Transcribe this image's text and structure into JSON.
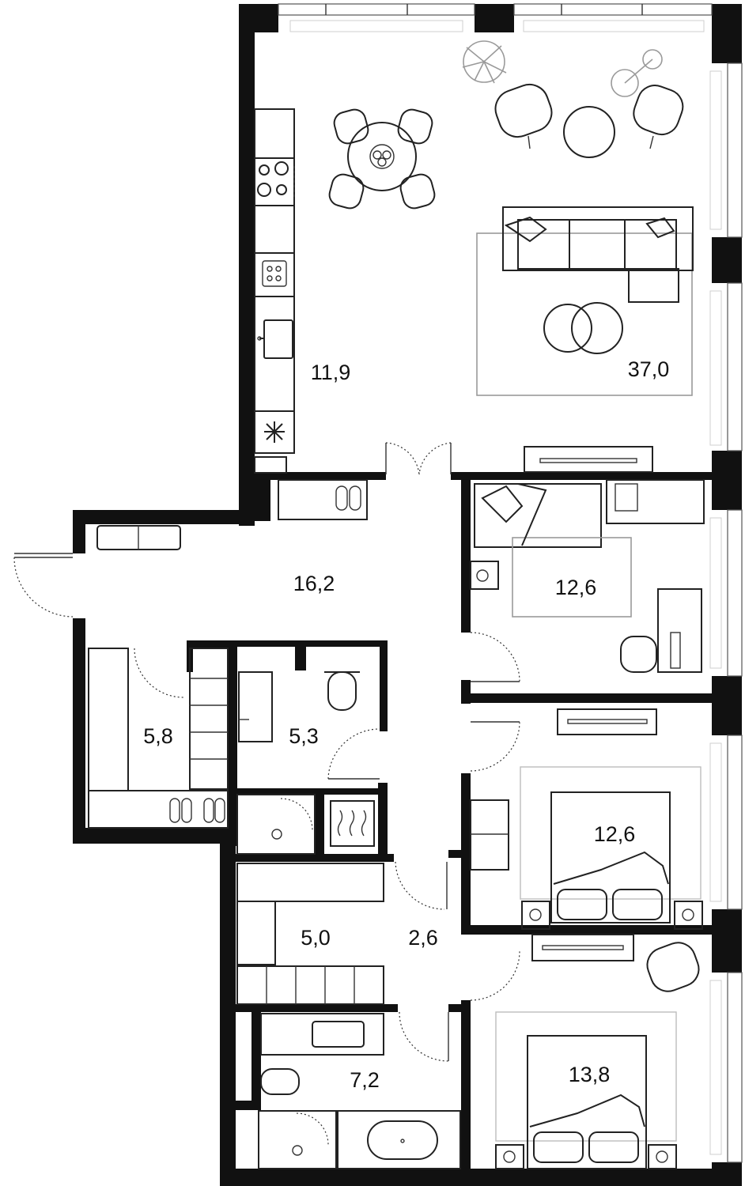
{
  "rooms": [
    {
      "name": "kitchen",
      "area": "11,9"
    },
    {
      "name": "living-room",
      "area": "37,0"
    },
    {
      "name": "hallway",
      "area": "16,2"
    },
    {
      "name": "bedroom-top",
      "area": "12,6"
    },
    {
      "name": "dressing-room",
      "area": "5,8"
    },
    {
      "name": "bathroom-small",
      "area": "5,3"
    },
    {
      "name": "bedroom-middle",
      "area": "12,6"
    },
    {
      "name": "storage",
      "area": "5,0"
    },
    {
      "name": "corridor",
      "area": "2,6"
    },
    {
      "name": "bedroom-bottom",
      "area": "13,8"
    },
    {
      "name": "bathroom-large",
      "area": "7,2"
    }
  ]
}
